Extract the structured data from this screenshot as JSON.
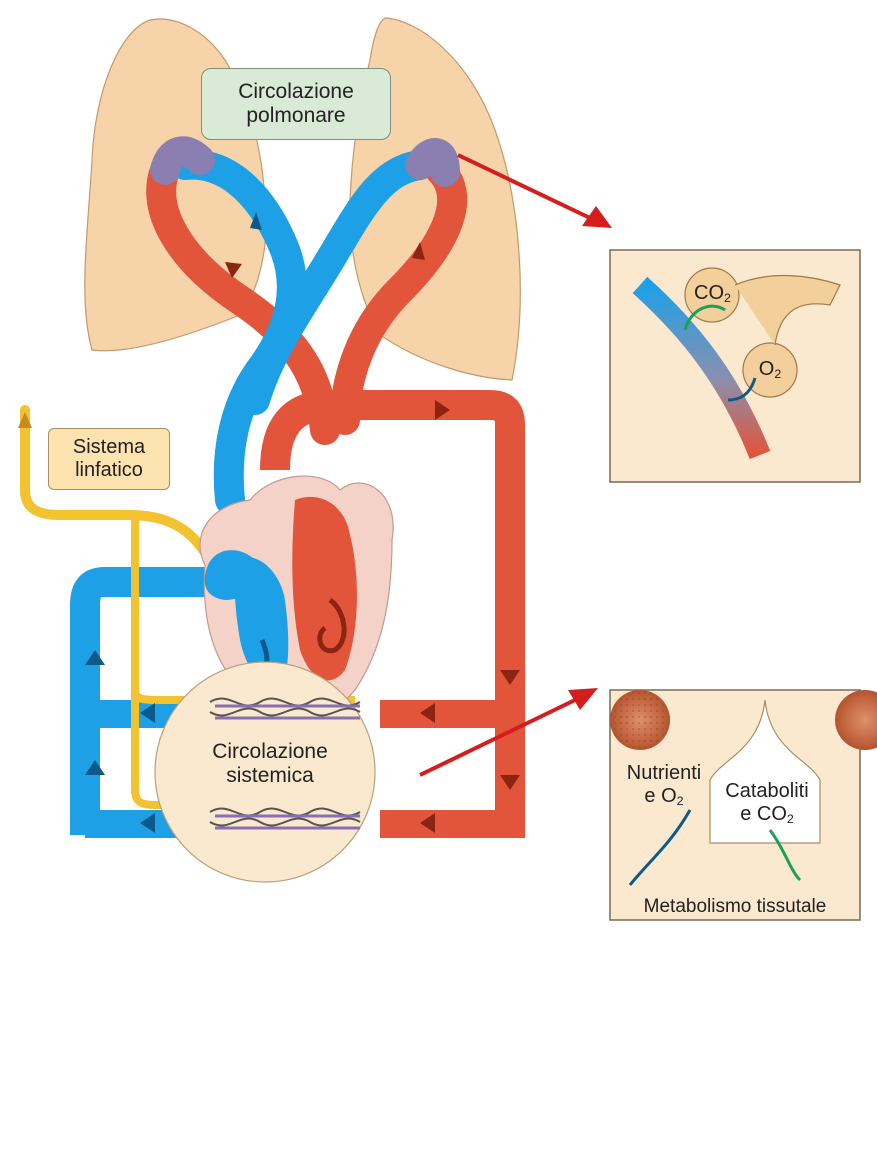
{
  "labels": {
    "pulmonary": "Circolazione\npolmonare",
    "lymph": "Sistema\nlinfatico",
    "systemic": "Circolazione\nsistemica",
    "nutrients": "Nutrienti",
    "nutrients_e": "e O",
    "catabolites": "Cataboliti",
    "catabolites_e": "e CO",
    "metabolism": "Metabolismo tissutale",
    "co2": "CO",
    "o2": "O",
    "subscript_2": "2"
  },
  "colors": {
    "oxygenated": "#e2553a",
    "deoxygenated": "#1ea0e6",
    "lymph": "#f2c230",
    "lung": "#f6d3a8",
    "heart_bg": "#f5d2c8",
    "panel_bg": "#fbe9cf",
    "label_green": "#d9ead6",
    "label_tan": "#fde3b0",
    "pointer": "#d61d1d",
    "exchange_green": "#1ba05a"
  }
}
